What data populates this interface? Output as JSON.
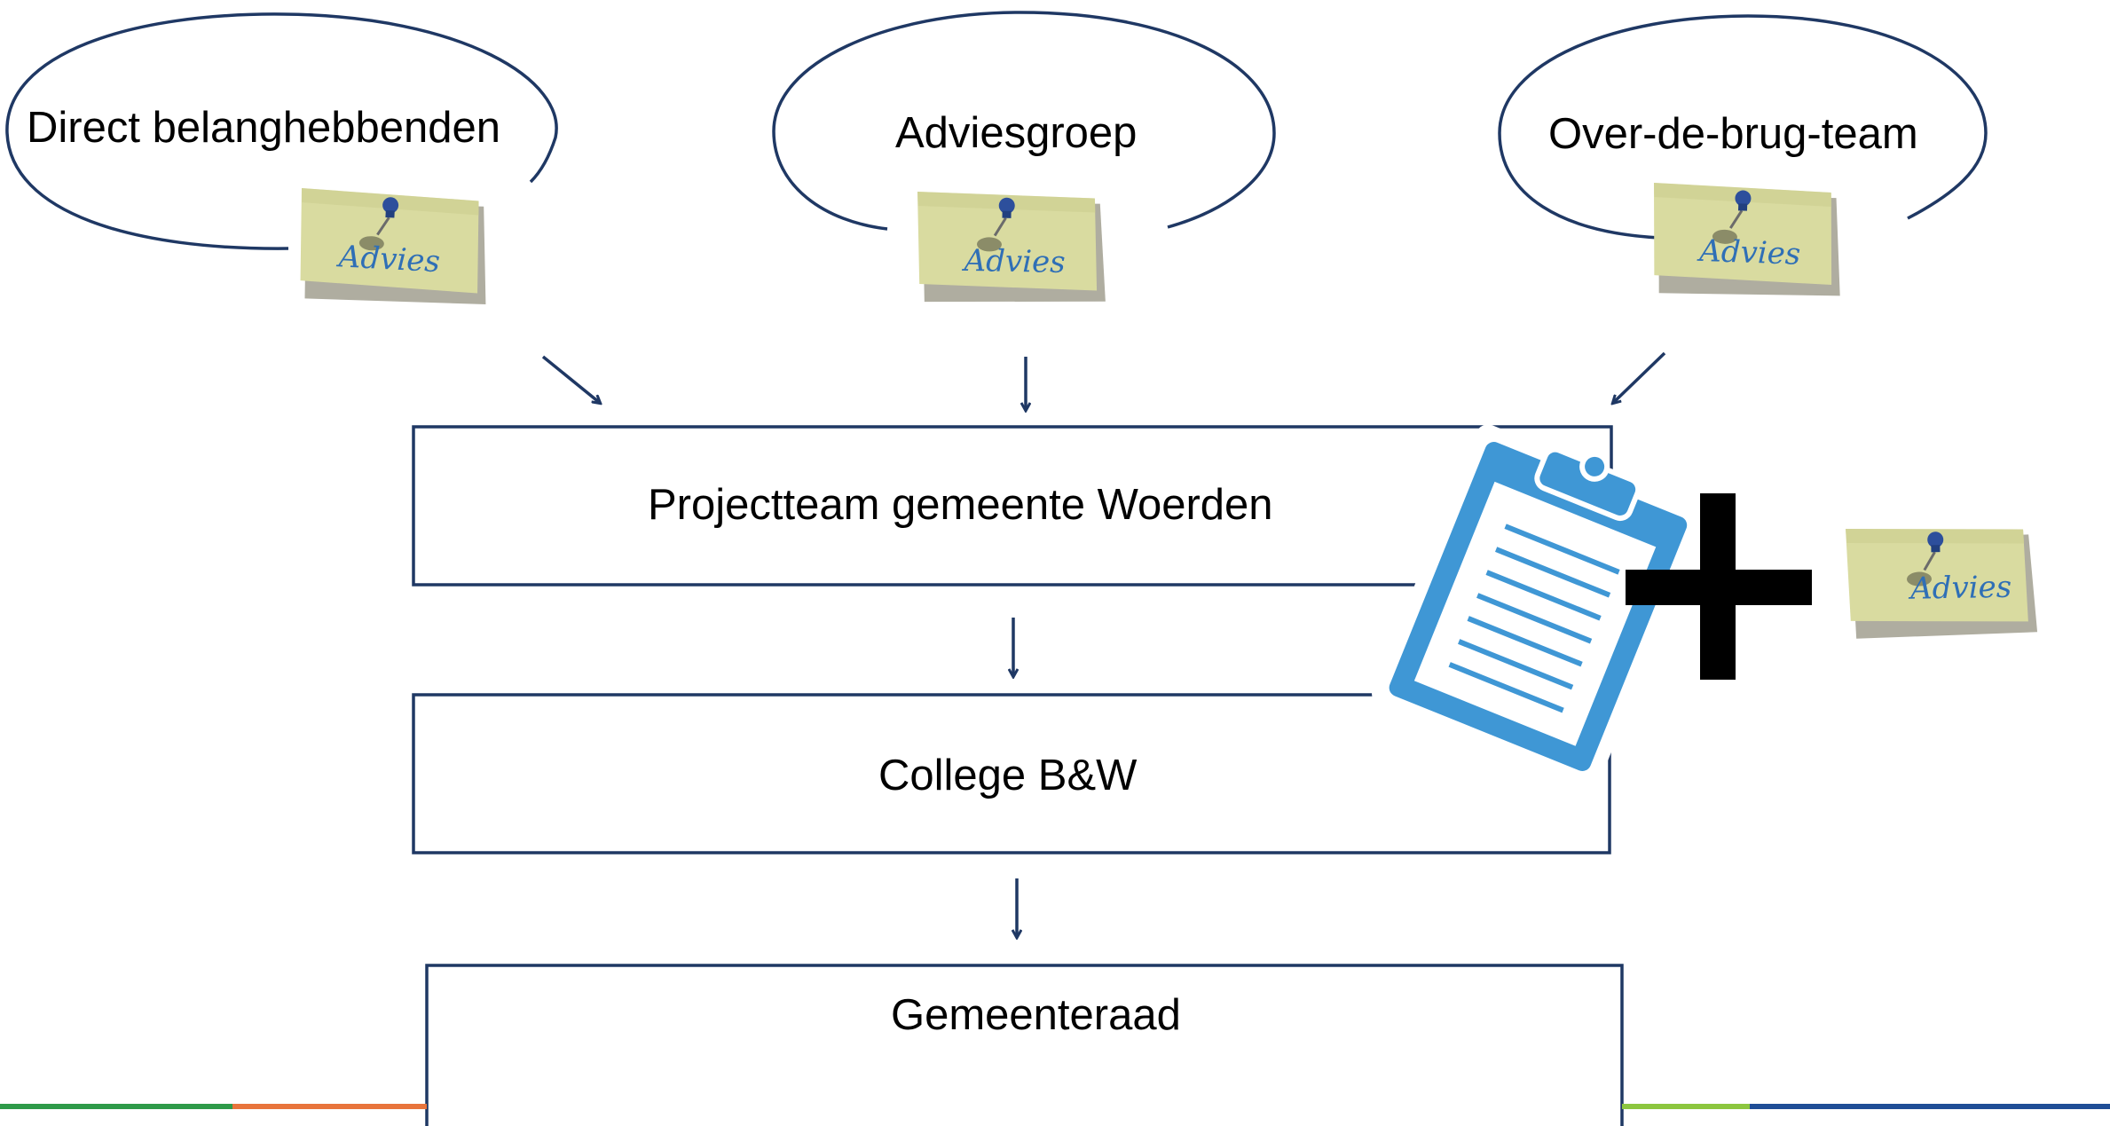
{
  "groups": {
    "direct": "Direct belanghebbenden",
    "advies": "Adviesgroep",
    "brug": "Over-de-brug-team"
  },
  "note_label": "Advies",
  "boxes": {
    "projectteam": "Projectteam gemeente Woerden",
    "college": "College B&W",
    "raad": "Gemeenteraad"
  },
  "icons": [
    "pushpin-icon",
    "clipboard-icon",
    "plus-icon",
    "arrow-down-icon"
  ],
  "colors": {
    "navy": "#1f3864",
    "note": "#d9dba0",
    "clipboard": "#3f97d5",
    "bar_green": "#2e9a49",
    "bar_orange": "#e8743b",
    "bar_lime": "#8cc63f",
    "bar_blue": "#1f4e96"
  }
}
